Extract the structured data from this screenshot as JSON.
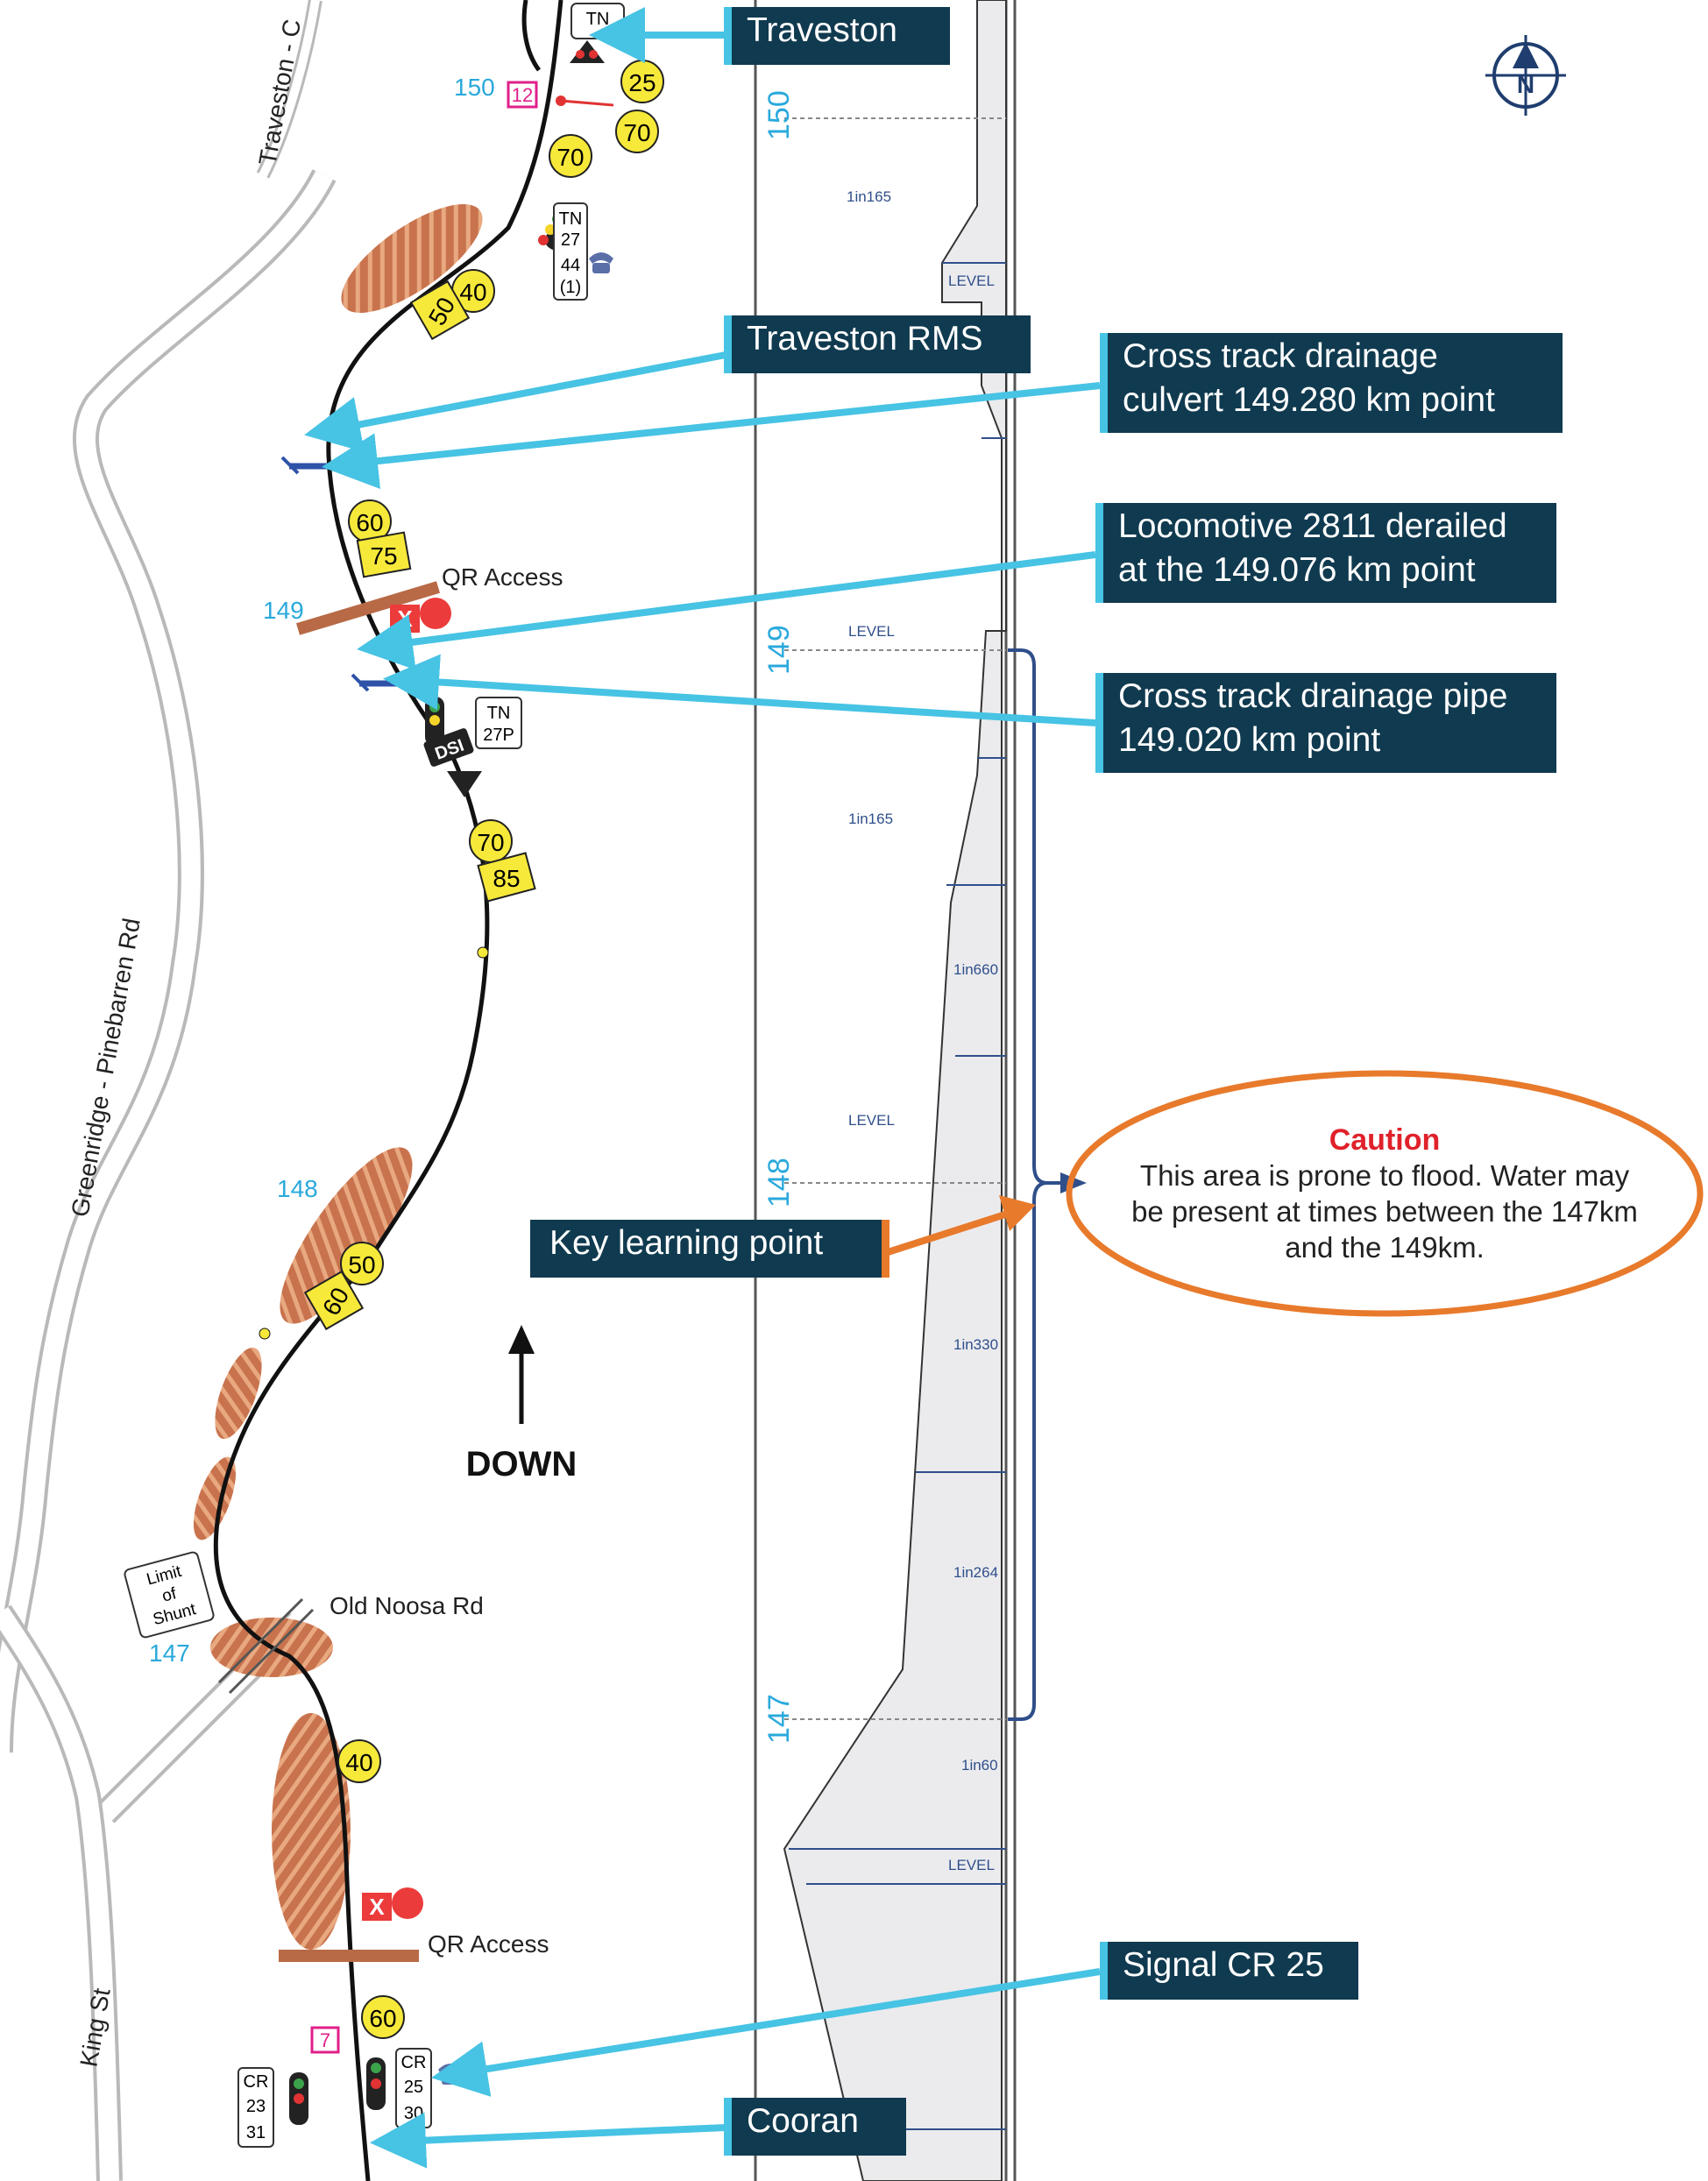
{
  "colors": {
    "callout_bg": "#103a4f",
    "callout_accent": "#47c3e4",
    "key_point_accent": "#e87a2c",
    "caution_text": "#e0212a",
    "km_marker": "#2aa9dc",
    "speed_sign": "#f7e93a",
    "profile_fill": "#ebebee",
    "bracket": "#2f4f8a"
  },
  "icons": {
    "compass": "north-compass-icon",
    "up_arrow": "direction-arrow-icon"
  },
  "compass_label": "N",
  "direction_label": "DOWN",
  "roads": {
    "traveston": "Traveston - C",
    "greenridge": "Greenridge - Pinebarren Rd",
    "old_noosa": "Old Noosa Rd",
    "king_st": "King St"
  },
  "access": {
    "north": "QR Access",
    "south": "QR Access"
  },
  "km_markers": {
    "k150": "150",
    "k149": "149",
    "k148": "148",
    "k147": "147"
  },
  "track_boxes": {
    "b12": "12",
    "b7": "7",
    "limit_of_shunt": [
      "Limit",
      "of",
      "Shunt"
    ],
    "tn_top": "TN",
    "tn27_a": "TN",
    "tn27_b": "27",
    "tn27_c": "44",
    "tn27_d": "(1)",
    "tn27p_a": "TN",
    "tn27p_b": "27P",
    "dsi": "DSI",
    "cr23_a": "CR",
    "cr23_b": "23",
    "cr23_c": "31",
    "cr25_a": "CR",
    "cr25_b": "25",
    "cr25_c": "30"
  },
  "speed_signs": {
    "s25": "25",
    "s70a": "70",
    "s70b": "70",
    "s40a": "40",
    "s50a": "50",
    "s60a": "60",
    "s75": "75",
    "s70c": "70",
    "s85": "85",
    "s50b": "50",
    "s60b": "60",
    "s40b": "40",
    "s60c": "60"
  },
  "profile": {
    "km_labels": [
      "150",
      "149",
      "148",
      "147"
    ],
    "gradients": [
      "1in165",
      "LEVEL",
      "LEVEL",
      "1in165",
      "1in660",
      "LEVEL",
      "1in330",
      "1in264",
      "1in60",
      "LEVEL"
    ]
  },
  "callouts": {
    "traveston": "Traveston",
    "traveston_rms": "Traveston RMS",
    "culvert_line1": "Cross track drainage",
    "culvert_line2": "culvert 149.280 km point",
    "loco_line1": "Locomotive 2811 derailed",
    "loco_line2": "at the 149.076 km point",
    "pipe_line1": "Cross track drainage pipe",
    "pipe_line2": "149.020 km point",
    "key_learning": "Key learning point",
    "signal_cr25": "Signal CR 25",
    "cooran": "Cooran"
  },
  "caution": {
    "title": "Caution",
    "line1": "This area is prone to flood. Water may",
    "line2": "be present at times between the 147km",
    "line3": "and the 149km."
  }
}
